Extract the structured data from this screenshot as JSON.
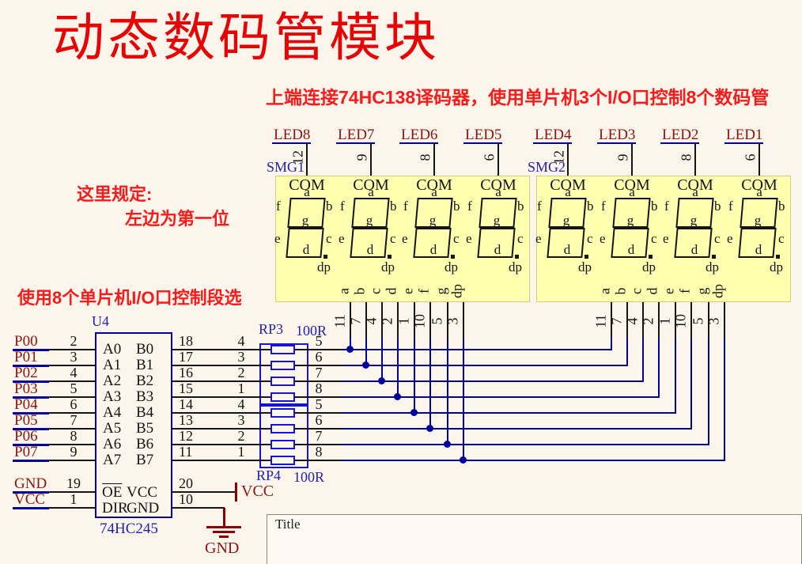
{
  "page": {
    "title": "动态数码管模块",
    "annotation_top": "上端连接74HC138译码器，使用单片机3个I/O口控制8个数码管",
    "note_rule_line1": "这里规定:",
    "note_rule_line2": "左边为第一位",
    "note_segments": "使用8个单片机I/O口控制段选"
  },
  "colors": {
    "background": "#fbf5ec",
    "title_red": "#e60505",
    "annotation_red": "#f71b1b",
    "net_red": "#8c1410",
    "wire_black": "#151515",
    "wire_blue": "#00009a",
    "label_blue": "#2222b0",
    "rp_blue": "#1414d2",
    "display_fill": "#ffffb0",
    "display_border": "#d9c97f",
    "power_red": "#8b0000"
  },
  "displays": [
    {
      "ref": "SMG1",
      "com_label": "COM",
      "segments": [
        "a",
        "b",
        "c",
        "d",
        "e",
        "f",
        "g",
        "dp"
      ],
      "digit_nets": [
        {
          "net": "LED8",
          "pin": "12"
        },
        {
          "net": "LED7",
          "pin": "9"
        },
        {
          "net": "LED6",
          "pin": "8"
        },
        {
          "net": "LED5",
          "pin": "6"
        }
      ],
      "bottom_pins": [
        {
          "name": "a",
          "number": "11"
        },
        {
          "name": "b",
          "number": "7"
        },
        {
          "name": "c",
          "number": "4"
        },
        {
          "name": "d",
          "number": "2"
        },
        {
          "name": "e",
          "number": "1"
        },
        {
          "name": "f",
          "number": "10"
        },
        {
          "name": "g",
          "number": "5"
        },
        {
          "name": "dp",
          "number": "3"
        }
      ]
    },
    {
      "ref": "SMG2",
      "com_label": "COM",
      "segments": [
        "a",
        "b",
        "c",
        "d",
        "e",
        "f",
        "g",
        "dp"
      ],
      "digit_nets": [
        {
          "net": "LED4",
          "pin": "12"
        },
        {
          "net": "LED3",
          "pin": "9"
        },
        {
          "net": "LED2",
          "pin": "8"
        },
        {
          "net": "LED1",
          "pin": "6"
        }
      ],
      "bottom_pins": [
        {
          "name": "a",
          "number": "11"
        },
        {
          "name": "b",
          "number": "7"
        },
        {
          "name": "c",
          "number": "4"
        },
        {
          "name": "d",
          "number": "2"
        },
        {
          "name": "e",
          "number": "1"
        },
        {
          "name": "f",
          "number": "10"
        },
        {
          "name": "g",
          "number": "5"
        },
        {
          "name": "dp",
          "number": "3"
        }
      ]
    }
  ],
  "u4": {
    "ref": "U4",
    "part": "74HC245",
    "left_pins": [
      {
        "net": "P00",
        "number": "2",
        "name": "A0"
      },
      {
        "net": "P01",
        "number": "3",
        "name": "A1"
      },
      {
        "net": "P02",
        "number": "4",
        "name": "A2"
      },
      {
        "net": "P03",
        "number": "5",
        "name": "A3"
      },
      {
        "net": "P04",
        "number": "6",
        "name": "A4"
      },
      {
        "net": "P05",
        "number": "7",
        "name": "A5"
      },
      {
        "net": "P06",
        "number": "8",
        "name": "A6"
      },
      {
        "net": "P07",
        "number": "9",
        "name": "A7"
      }
    ],
    "right_pins": [
      {
        "number": "18",
        "name": "B0"
      },
      {
        "number": "17",
        "name": "B1"
      },
      {
        "number": "16",
        "name": "B2"
      },
      {
        "number": "15",
        "name": "B3"
      },
      {
        "number": "14",
        "name": "B4"
      },
      {
        "number": "13",
        "name": "B5"
      },
      {
        "number": "12",
        "name": "B6"
      },
      {
        "number": "11",
        "name": "B7"
      }
    ],
    "control_pins": [
      {
        "net": "GND",
        "number": "19",
        "name": "OE",
        "overline": true
      },
      {
        "net": "VCC",
        "number": "1",
        "name": "DIR",
        "overline": false
      }
    ],
    "power_pins": [
      {
        "number": "20",
        "name": "VCC"
      },
      {
        "number": "10",
        "name": "GND"
      }
    ]
  },
  "resistor_packs": [
    {
      "ref": "RP3",
      "value": "100R",
      "left_pin_numbers": [
        "4",
        "3",
        "2",
        "1"
      ],
      "right_pin_numbers": [
        "5",
        "6",
        "7",
        "8"
      ]
    },
    {
      "ref": "RP4",
      "value": "100R",
      "left_pin_numbers": [
        "4",
        "3",
        "2",
        "1"
      ],
      "right_pin_numbers": [
        "5",
        "6",
        "7",
        "8"
      ]
    }
  ],
  "power": {
    "vcc": "VCC",
    "gnd": "GND"
  },
  "title_block": {
    "title_label": "Title"
  }
}
